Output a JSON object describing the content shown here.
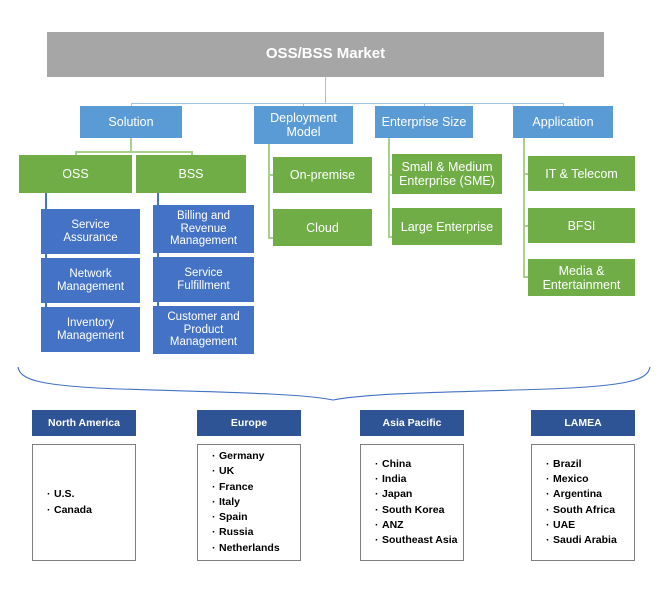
{
  "root": {
    "label": "OSS/BSS Market"
  },
  "colors": {
    "root": "#a6a6a6",
    "category": "#5b9bd5",
    "green": "#70ad47",
    "navy": "#4472c4",
    "region_header": "#2e5496",
    "connector_blue": "#9dc3e6",
    "connector_green": "#a9d18e"
  },
  "categories": [
    {
      "label": "Solution"
    },
    {
      "label": "Deployment\nModel"
    },
    {
      "label": "Enterprise Size"
    },
    {
      "label": "Application"
    }
  ],
  "solution": {
    "children": [
      {
        "label": "OSS"
      },
      {
        "label": "BSS"
      }
    ],
    "oss_items": [
      {
        "label": "Service\nAssurance"
      },
      {
        "label": "Network\nManagement"
      },
      {
        "label": "Inventory\nManagement"
      }
    ],
    "bss_items": [
      {
        "label": "Billing and\nRevenue\nManagement"
      },
      {
        "label": "Service\nFulfillment"
      },
      {
        "label": "Customer and\nProduct\nManagement"
      }
    ]
  },
  "deployment_model": {
    "items": [
      {
        "label": "On-premise"
      },
      {
        "label": "Cloud"
      }
    ]
  },
  "enterprise_size": {
    "items": [
      {
        "label": "Small & Medium\nEnterprise (SME)"
      },
      {
        "label": "Large Enterprise"
      }
    ]
  },
  "application": {
    "items": [
      {
        "label": "IT & Telecom"
      },
      {
        "label": "BFSI"
      },
      {
        "label": "Media &\nEntertainment"
      }
    ]
  },
  "regions": [
    {
      "name": "North America",
      "countries": [
        "U.S.",
        "Canada"
      ]
    },
    {
      "name": "Europe",
      "countries": [
        "Germany",
        "UK",
        "France",
        "Italy",
        "Spain",
        "Russia",
        "Netherlands"
      ]
    },
    {
      "name": "Asia Pacific",
      "countries": [
        "China",
        "India",
        "Japan",
        "South Korea",
        "ANZ",
        "Southeast Asia"
      ]
    },
    {
      "name": "LAMEA",
      "countries": [
        "Brazil",
        "Mexico",
        "Argentina",
        "South Africa",
        "UAE",
        "Saudi Arabia"
      ]
    }
  ]
}
